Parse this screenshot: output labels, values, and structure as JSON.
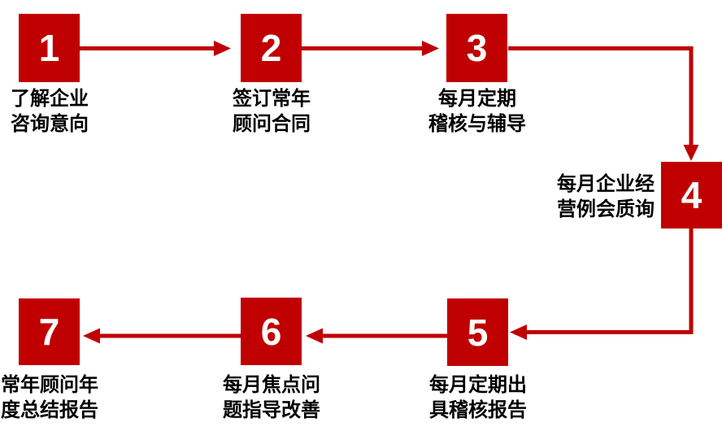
{
  "diagram": {
    "type": "flowchart",
    "description": "Annual consulting advisor service process, 7 numbered steps in a snake layout",
    "connections": [
      {
        "from": "1",
        "to": "2"
      },
      {
        "from": "2",
        "to": "3"
      },
      {
        "from": "3",
        "to": "4"
      },
      {
        "from": "4",
        "to": "5"
      },
      {
        "from": "5",
        "to": "6"
      },
      {
        "from": "6",
        "to": "7"
      }
    ]
  },
  "colors": {
    "accent_red": "#C00000",
    "number_text": "#FFFFFF",
    "label_text": "#000000",
    "background": "#FFFFFF"
  },
  "steps": [
    {
      "number": "1",
      "line1": "了解企业",
      "line2": "咨询意向"
    },
    {
      "number": "2",
      "line1": "签订常年",
      "line2": "顾问合同"
    },
    {
      "number": "3",
      "line1": "每月定期",
      "line2": "稽核与辅导"
    },
    {
      "number": "4",
      "line1": "每月企业经",
      "line2": "营例会质询"
    },
    {
      "number": "5",
      "line1": "每月定期出",
      "line2": "具稽核报告"
    },
    {
      "number": "6",
      "line1": "每月焦点问",
      "line2": "题指导改善"
    },
    {
      "number": "7",
      "line1": "常年顾问年",
      "line2": "度总结报告"
    }
  ]
}
